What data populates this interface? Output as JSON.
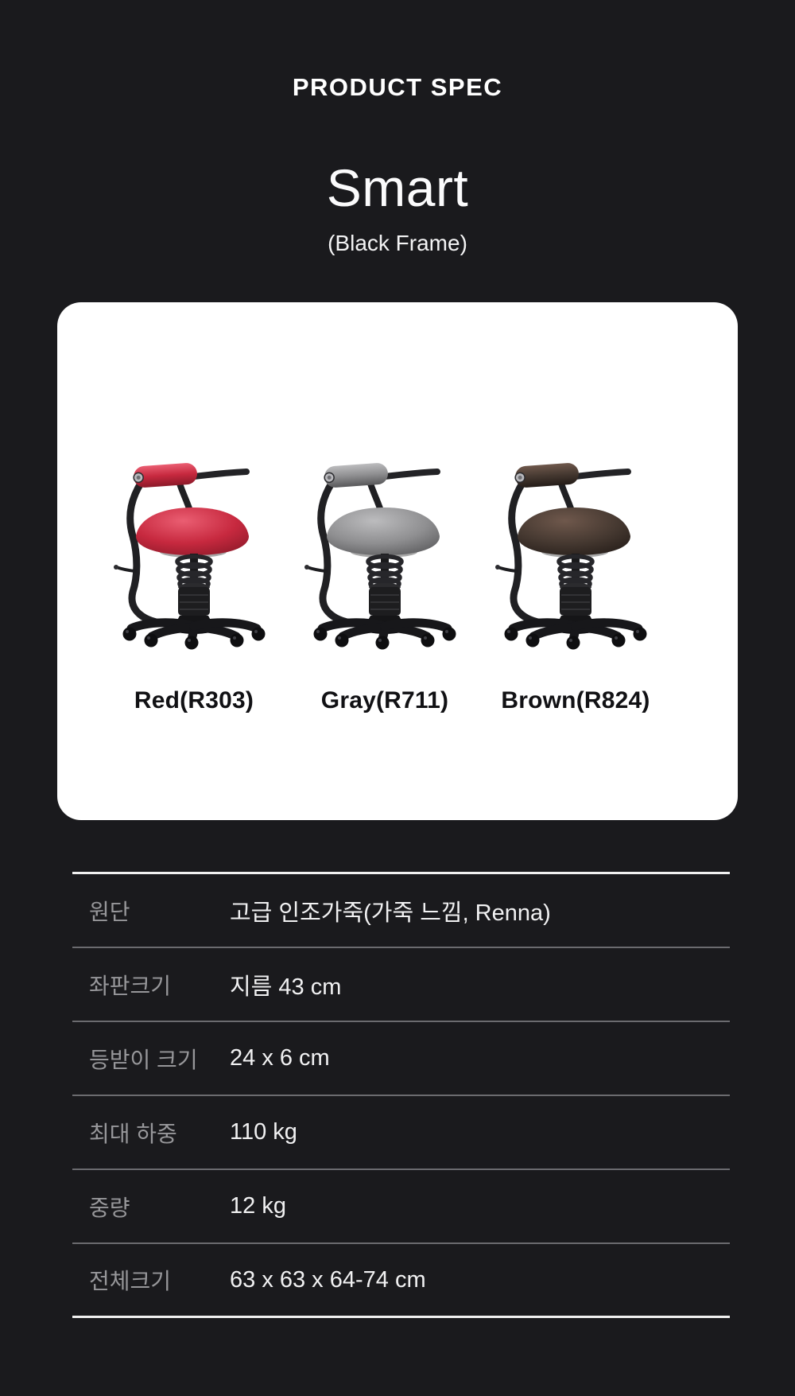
{
  "page": {
    "eyebrow": "PRODUCT SPEC",
    "title": "Smart",
    "subtitle": "(Black Frame)"
  },
  "variants": [
    {
      "label": "Red(R303)",
      "color_name": "Red",
      "code": "R303",
      "colors": {
        "seatLight": "#ea5e72",
        "seatMid": "#c7293f",
        "seatDark": "#8c1929"
      }
    },
    {
      "label": "Gray(R711)",
      "color_name": "Gray",
      "code": "R711",
      "colors": {
        "seatLight": "#bcbcbe",
        "seatMid": "#8f8f91",
        "seatDark": "#58585a"
      }
    },
    {
      "label": "Brown(R824)",
      "color_name": "Brown",
      "code": "R824",
      "colors": {
        "seatLight": "#6f584c",
        "seatMid": "#463931",
        "seatDark": "#241c18"
      }
    }
  ],
  "specs": {
    "rows": [
      {
        "label": "원단",
        "value": "고급 인조가죽(가죽 느낌, Renna)"
      },
      {
        "label": "좌판크기",
        "value": "지름 43 cm"
      },
      {
        "label": "등받이 크기",
        "value": "24 x 6 cm"
      },
      {
        "label": "최대 하중",
        "value": "110 kg"
      },
      {
        "label": "중량",
        "value": "12 kg"
      },
      {
        "label": "전체크기",
        "value": "63 x 63 x 64-74 cm"
      }
    ]
  },
  "colors": {
    "page_background": "#1a1a1d",
    "card_background": "#ffffff",
    "heading_text": "#ffffff",
    "spec_label_text": "#97979a",
    "spec_value_text": "#f1f1f2",
    "divider_inner": "#6b6b6f",
    "divider_outer": "#f0f0f0",
    "chair_frame": "#1d1d20"
  }
}
